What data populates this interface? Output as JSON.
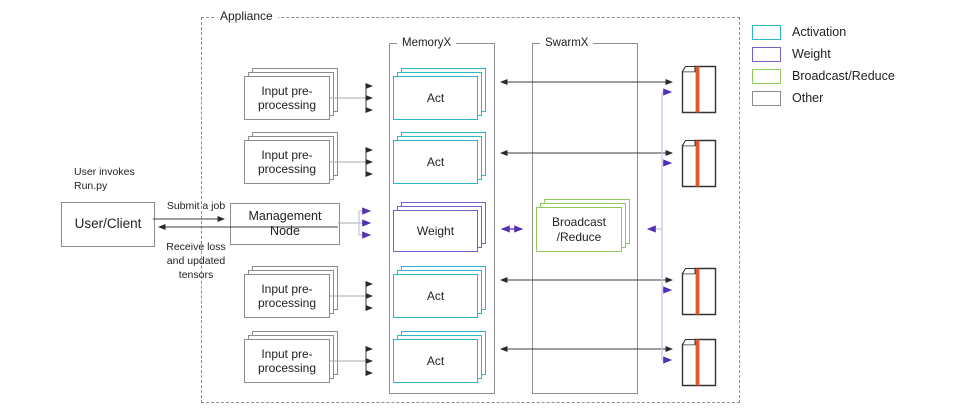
{
  "diagram": {
    "appliance_label": "Appliance",
    "memoryx_label": "MemoryX",
    "swarmx_label": "SwarmX"
  },
  "left_flow": {
    "user_note_lines": [
      "User invokes",
      "Run.py"
    ],
    "user_client": "User/Client",
    "submit_label": "Submit a job",
    "receive_lines": [
      "Receive loss",
      "and updated",
      "tensors"
    ],
    "management_node_lines": [
      "Management",
      "Node"
    ]
  },
  "stacks": {
    "input_lines": [
      "Input pre-",
      "processing"
    ],
    "act_label": "Act",
    "weight_label": "Weight",
    "broadcast_lines": [
      "Broadcast",
      "/Reduce"
    ]
  },
  "legend": {
    "items": [
      {
        "label": "Activation",
        "color": "#2bb7c9"
      },
      {
        "label": "Weight",
        "color": "#7a5ec5"
      },
      {
        "label": "Broadcast/Reduce",
        "color": "#8fca5c"
      },
      {
        "label": "Other",
        "color": "#8c8c8c"
      }
    ]
  },
  "colors": {
    "activation": "#2bb7c9",
    "weight": "#7a5ec5",
    "broadcast_reduce": "#8fca5c",
    "other_gray": "#8c8c8c",
    "wafer_stripe_orange": "#e4572e",
    "purple_arrow": "#5230b5",
    "purple_line_light": "#c5c0e6"
  }
}
